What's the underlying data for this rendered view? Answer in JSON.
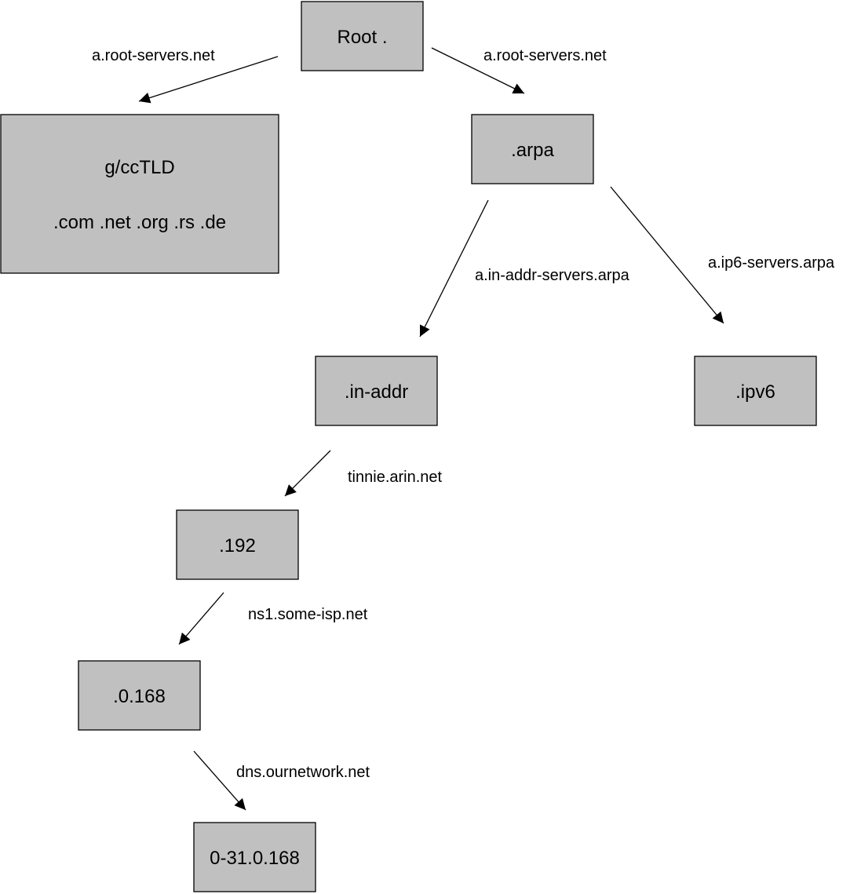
{
  "colors": {
    "node_fill": "#c0c0c0",
    "node_stroke": "#000000",
    "edge": "#000000",
    "background": "#ffffff"
  },
  "nodes": {
    "root": {
      "lines": [
        "Root ."
      ]
    },
    "gcctld": {
      "lines": [
        "g/ccTLD",
        ".com .net .org .rs .de"
      ]
    },
    "arpa": {
      "lines": [
        ".arpa"
      ]
    },
    "in_addr": {
      "lines": [
        ".in-addr"
      ]
    },
    "ipv6": {
      "lines": [
        ".ipv6"
      ]
    },
    "n192": {
      "lines": [
        ".192"
      ]
    },
    "n0168": {
      "lines": [
        ".0.168"
      ]
    },
    "n031": {
      "lines": [
        "0-31.0.168"
      ]
    }
  },
  "edges": {
    "root_to_gcctld": {
      "label": "a.root-servers.net"
    },
    "root_to_arpa": {
      "label": "a.root-servers.net"
    },
    "arpa_to_in_addr": {
      "label": "a.in-addr-servers.arpa"
    },
    "arpa_to_ipv6": {
      "label": "a.ip6-servers.arpa"
    },
    "in_addr_to_192": {
      "label": "tinnie.arin.net"
    },
    "192_to_0168": {
      "label": "ns1.some-isp.net"
    },
    "0168_to_031": {
      "label": "dns.ournetwork.net"
    }
  }
}
